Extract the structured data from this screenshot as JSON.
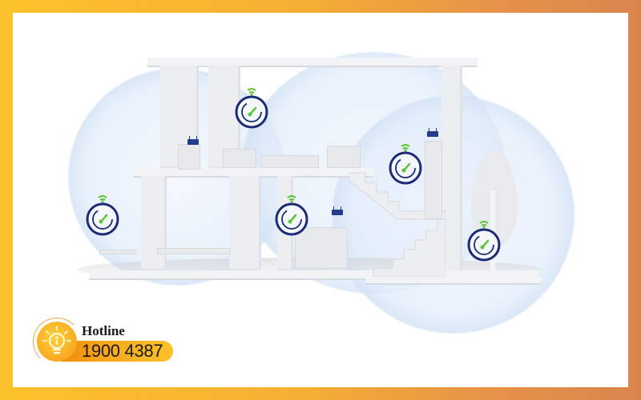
{
  "frame": {
    "border_color_start": "#fcc22c",
    "border_color_end": "#d9854d",
    "background": "#ffffff"
  },
  "illustration": {
    "subject": "mesh-wifi-house-coverage",
    "bubble_color": "#d6e4f6",
    "gauge_ring_color": "#1d2a78",
    "gauge_needle_color": "#5fc43a",
    "wifi_signal_color": "#5fc43a",
    "router_color": "#253b8e",
    "gauges": [
      {
        "name": "gauge-upper-left-room"
      },
      {
        "name": "gauge-left-outdoor"
      },
      {
        "name": "gauge-center-room"
      },
      {
        "name": "gauge-staircase"
      },
      {
        "name": "gauge-tree-garden"
      }
    ]
  },
  "hotline": {
    "label": "Hotline",
    "number": "1900 4387",
    "icon": "lightbulb-info-icon",
    "pill_color": "#f7a81b"
  }
}
